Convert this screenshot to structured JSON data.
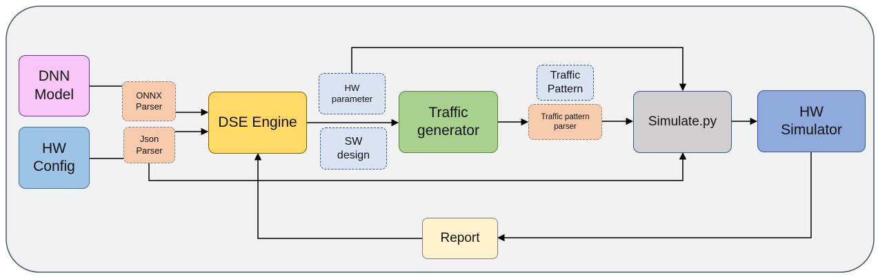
{
  "colors": {
    "container_fill": "#f2f2f2",
    "container_border": "#44546a",
    "arrow": "#000000",
    "dnn_fill": "#f7c6f7",
    "dnn_border": "#7030a0",
    "hw_config_fill": "#9dc3e6",
    "hw_config_border": "#41719c",
    "parser_fill": "#f8cbad",
    "parser_border": "#7f7f7f",
    "dse_fill": "#ffd966",
    "dse_border": "#7f6000",
    "param_fill": "#dae3f3",
    "param_border": "#2f5597",
    "traffic_gen_fill": "#a9d18e",
    "traffic_gen_border": "#548235",
    "simulate_fill": "#d0cece",
    "simulate_border": "#2f5597",
    "hw_sim_fill": "#8faadc",
    "hw_sim_border": "#2f5597",
    "report_fill": "#fff2cc",
    "report_border": "#7f7f7f"
  },
  "nodes": {
    "dnn_model": {
      "line1": "DNN",
      "line2": "Model"
    },
    "hw_config": {
      "line1": "HW",
      "line2": "Config"
    },
    "onnx_parser": {
      "line1": "ONNX",
      "line2": "Parser"
    },
    "json_parser": {
      "line1": "Json",
      "line2": "Parser"
    },
    "dse_engine": {
      "label": "DSE Engine"
    },
    "hw_parameter": {
      "line1": "HW",
      "line2": "parameter"
    },
    "sw_design": {
      "line1": "SW",
      "line2": "design"
    },
    "traffic_generator": {
      "line1": "Traffic",
      "line2": "generator"
    },
    "traffic_pattern": {
      "line1": "Traffic",
      "line2": "Pattern"
    },
    "traffic_pattern_parser": {
      "line1": "Traffic pattern",
      "line2": "parser"
    },
    "simulate_py": {
      "label": "Simulate.py"
    },
    "hw_simulator": {
      "line1": "HW",
      "line2": "Simulator"
    },
    "report": {
      "label": "Report"
    }
  }
}
